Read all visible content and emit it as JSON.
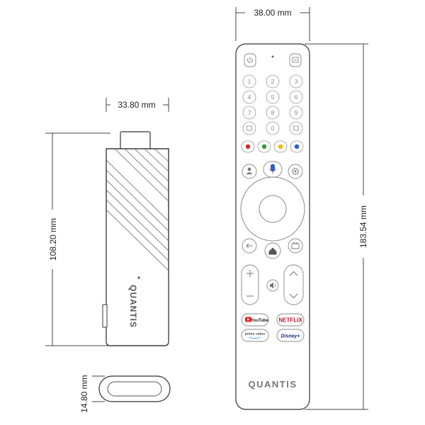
{
  "dimensions": {
    "stick_width": "33.80 mm",
    "stick_height": "108.20 mm",
    "stick_depth": "14.80 mm",
    "remote_width": "38.00 mm",
    "remote_height": "183.54 mm"
  },
  "brand": {
    "stick_logo": "QUANTIS",
    "remote_logo": "QUANTIS"
  },
  "remote": {
    "number_keys": [
      "1",
      "2",
      "3",
      "4",
      "5",
      "6",
      "7",
      "8",
      "9",
      "0"
    ],
    "app_buttons": {
      "youtube": "YouTube",
      "netflix": "NETFLIX",
      "prime": "prime video",
      "disney": "Disney+"
    },
    "color_keys": [
      "#d8262a",
      "#2e9b3a",
      "#f2b705",
      "#2a5bd7"
    ]
  },
  "icons": {
    "power": "power-icon",
    "input": "input-icon",
    "mic": "microphone-icon",
    "settings": "gear-icon",
    "profile": "user-icon",
    "back": "back-arrow-icon",
    "home": "home-icon",
    "tv": "tv-icon",
    "mute": "mute-icon"
  }
}
